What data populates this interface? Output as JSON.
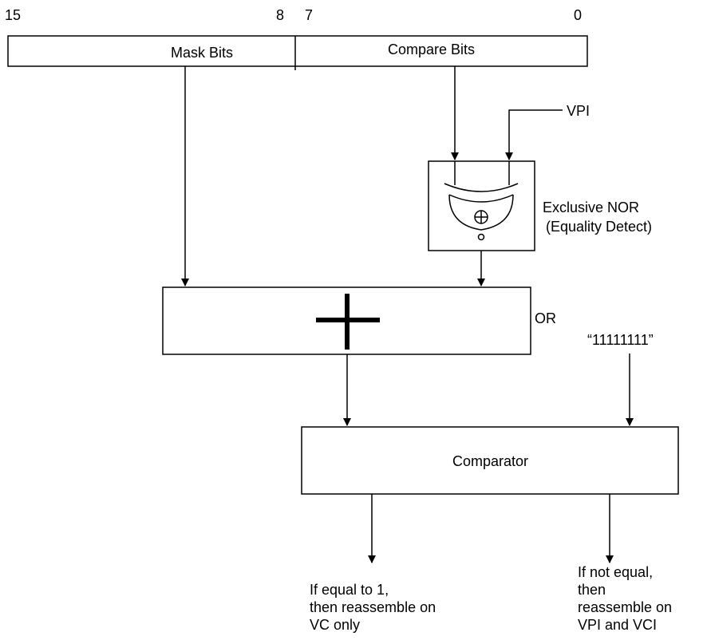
{
  "register": {
    "bit_15": "15",
    "bit_8": "8",
    "bit_7": "7",
    "bit_0": "0",
    "mask_label": "Mask Bits",
    "compare_label": "Compare Bits"
  },
  "xnor": {
    "input_label": "VPI",
    "caption_line1": "Exclusive NOR",
    "caption_line2": "(Equality Detect)"
  },
  "or_gate": {
    "label": "OR"
  },
  "constant_input": {
    "label": "“11111111”"
  },
  "comparator": {
    "label": "Comparator"
  },
  "outputs": {
    "equal": [
      "If equal to 1,",
      "then reassemble on",
      "VC only"
    ],
    "not_equal": [
      "If not equal,",
      "then",
      "reassemble on",
      "VPI and VCI"
    ]
  }
}
